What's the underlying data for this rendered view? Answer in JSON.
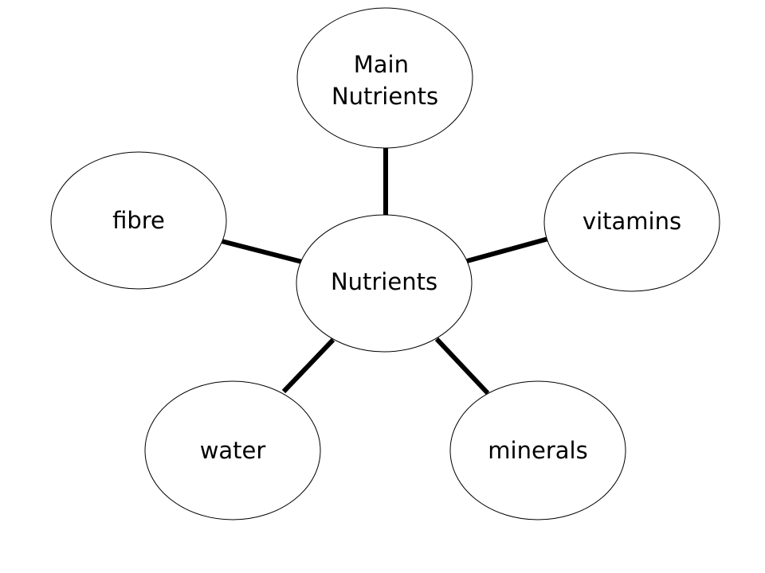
{
  "diagram": {
    "center": {
      "label": "Nutrients"
    },
    "nodes": [
      {
        "id": "main-nutrients",
        "label_lines": [
          "Main",
          "Nutrients"
        ]
      },
      {
        "id": "vitamins",
        "label_lines": [
          "vitamins"
        ]
      },
      {
        "id": "minerals",
        "label_lines": [
          "minerals"
        ]
      },
      {
        "id": "water",
        "label_lines": [
          "water"
        ]
      },
      {
        "id": "fibre",
        "label_lines": [
          "fibre"
        ]
      }
    ],
    "colors": {
      "stroke": "#000000",
      "fill": "#ffffff",
      "text": "#000000"
    }
  }
}
